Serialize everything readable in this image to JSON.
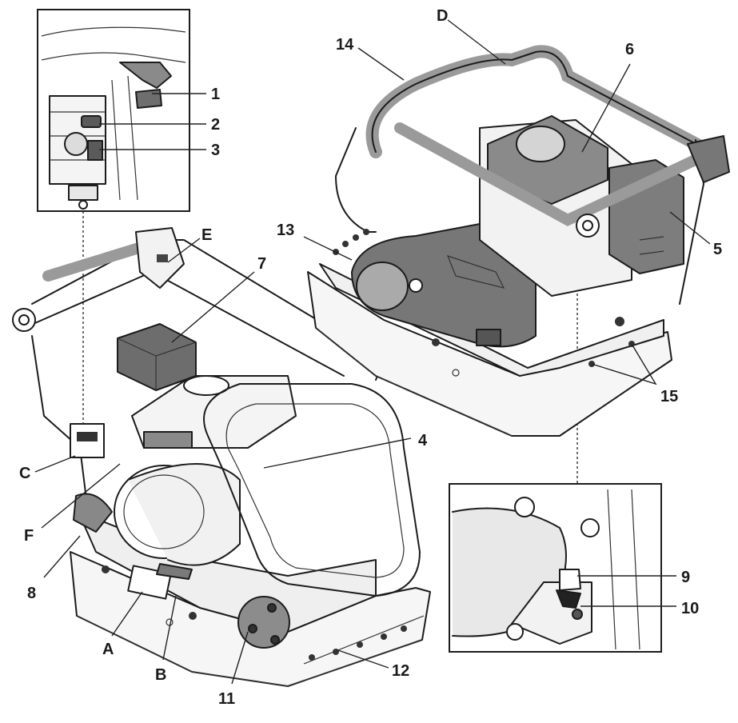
{
  "figure": {
    "callouts": [
      {
        "id": "1",
        "text": "1"
      },
      {
        "id": "2",
        "text": "2"
      },
      {
        "id": "3",
        "text": "3"
      },
      {
        "id": "4",
        "text": "4"
      },
      {
        "id": "5",
        "text": "5"
      },
      {
        "id": "6",
        "text": "6"
      },
      {
        "id": "7",
        "text": "7"
      },
      {
        "id": "8",
        "text": "8"
      },
      {
        "id": "9",
        "text": "9"
      },
      {
        "id": "10",
        "text": "10"
      },
      {
        "id": "11",
        "text": "11"
      },
      {
        "id": "12",
        "text": "12"
      },
      {
        "id": "13",
        "text": "13"
      },
      {
        "id": "14",
        "text": "14"
      },
      {
        "id": "15",
        "text": "15"
      },
      {
        "id": "A",
        "text": "A"
      },
      {
        "id": "B",
        "text": "B"
      },
      {
        "id": "C",
        "text": "C"
      },
      {
        "id": "D",
        "text": "D"
      },
      {
        "id": "E",
        "text": "E"
      },
      {
        "id": "F",
        "text": "F"
      }
    ]
  }
}
